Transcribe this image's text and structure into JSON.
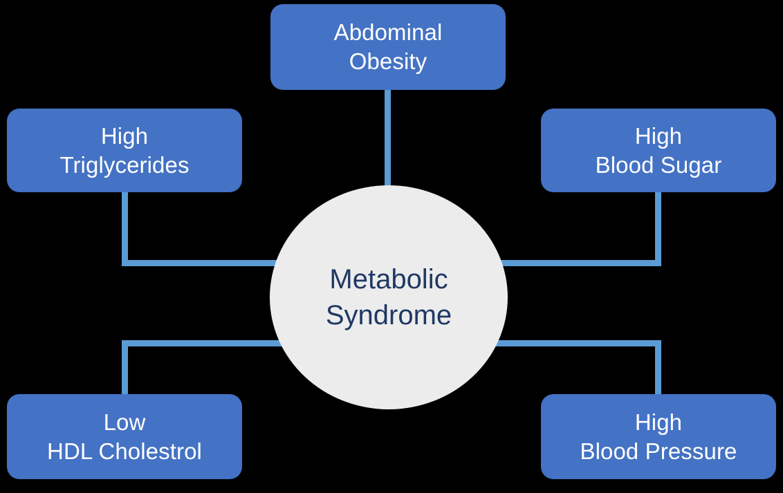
{
  "diagram": {
    "type": "hub-and-spoke",
    "title": "Metabolic Syndrome",
    "background_color": "#000000",
    "center": {
      "label": "Metabolic\nSyndrome",
      "shape": "circle",
      "fill_color": "#ECECEC",
      "text_color": "#1F3864"
    },
    "node_fill_color": "#4472C4",
    "node_text_color": "#FFFFFF",
    "connector_color": "#5B9BD5",
    "nodes": [
      {
        "id": "abdominal-obesity",
        "label": "Abdominal\nObesity",
        "position": "top"
      },
      {
        "id": "high-triglycerides",
        "label": "High\nTriglycerides",
        "position": "upper-left"
      },
      {
        "id": "high-blood-sugar",
        "label": "High\nBlood Sugar",
        "position": "upper-right"
      },
      {
        "id": "low-hdl-cholestrol",
        "label": "Low\nHDL Cholestrol",
        "position": "lower-left"
      },
      {
        "id": "high-blood-pressure",
        "label": "High\nBlood Pressure",
        "position": "lower-right"
      }
    ]
  }
}
